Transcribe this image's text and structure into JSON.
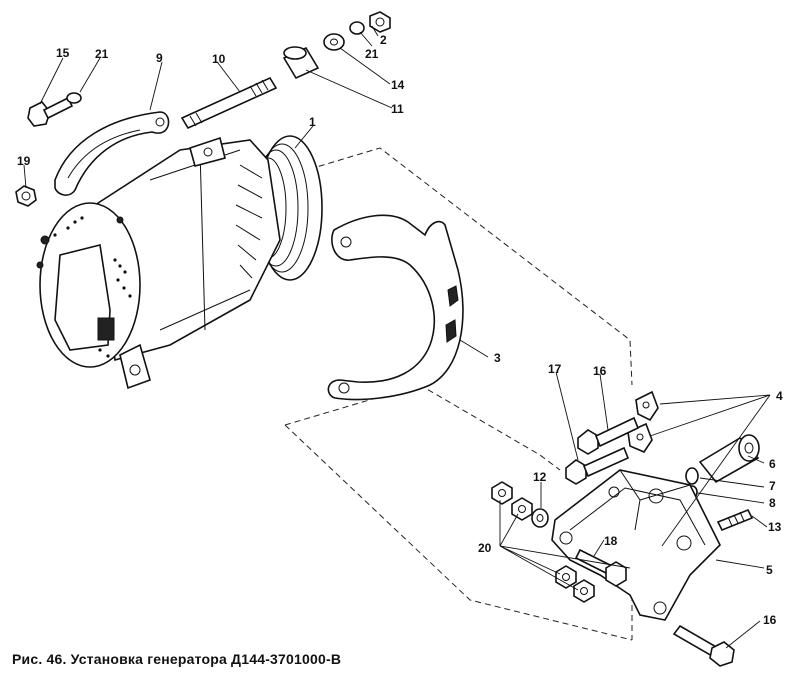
{
  "caption": "Рис. 46. Установка генератора Д144-3701000-В",
  "callouts": [
    "1",
    "2",
    "3",
    "4",
    "5",
    "6",
    "7",
    "8",
    "9",
    "10",
    "11",
    "12",
    "13",
    "14",
    "15",
    "16",
    "16",
    "17",
    "18",
    "19",
    "20",
    "21",
    "21"
  ],
  "parts": {
    "generator": "1",
    "nut_top": "2",
    "shield": "3",
    "plates": "4",
    "bracket": "5",
    "sleeve": "6",
    "washer_7": "7",
    "washer_8": "8",
    "strap": "9",
    "stud_10": "10",
    "bushing": "11",
    "washer_12": "12",
    "stud_13": "13",
    "washer_14": "14",
    "bolt_15": "15",
    "bolt_16_top": "16",
    "bolt_16_bottom": "16",
    "bolt_17": "17",
    "bolt_18": "18",
    "nut_19": "19",
    "nuts_20": "20",
    "lockwasher_21_left": "21",
    "lockwasher_21_right": "21"
  }
}
